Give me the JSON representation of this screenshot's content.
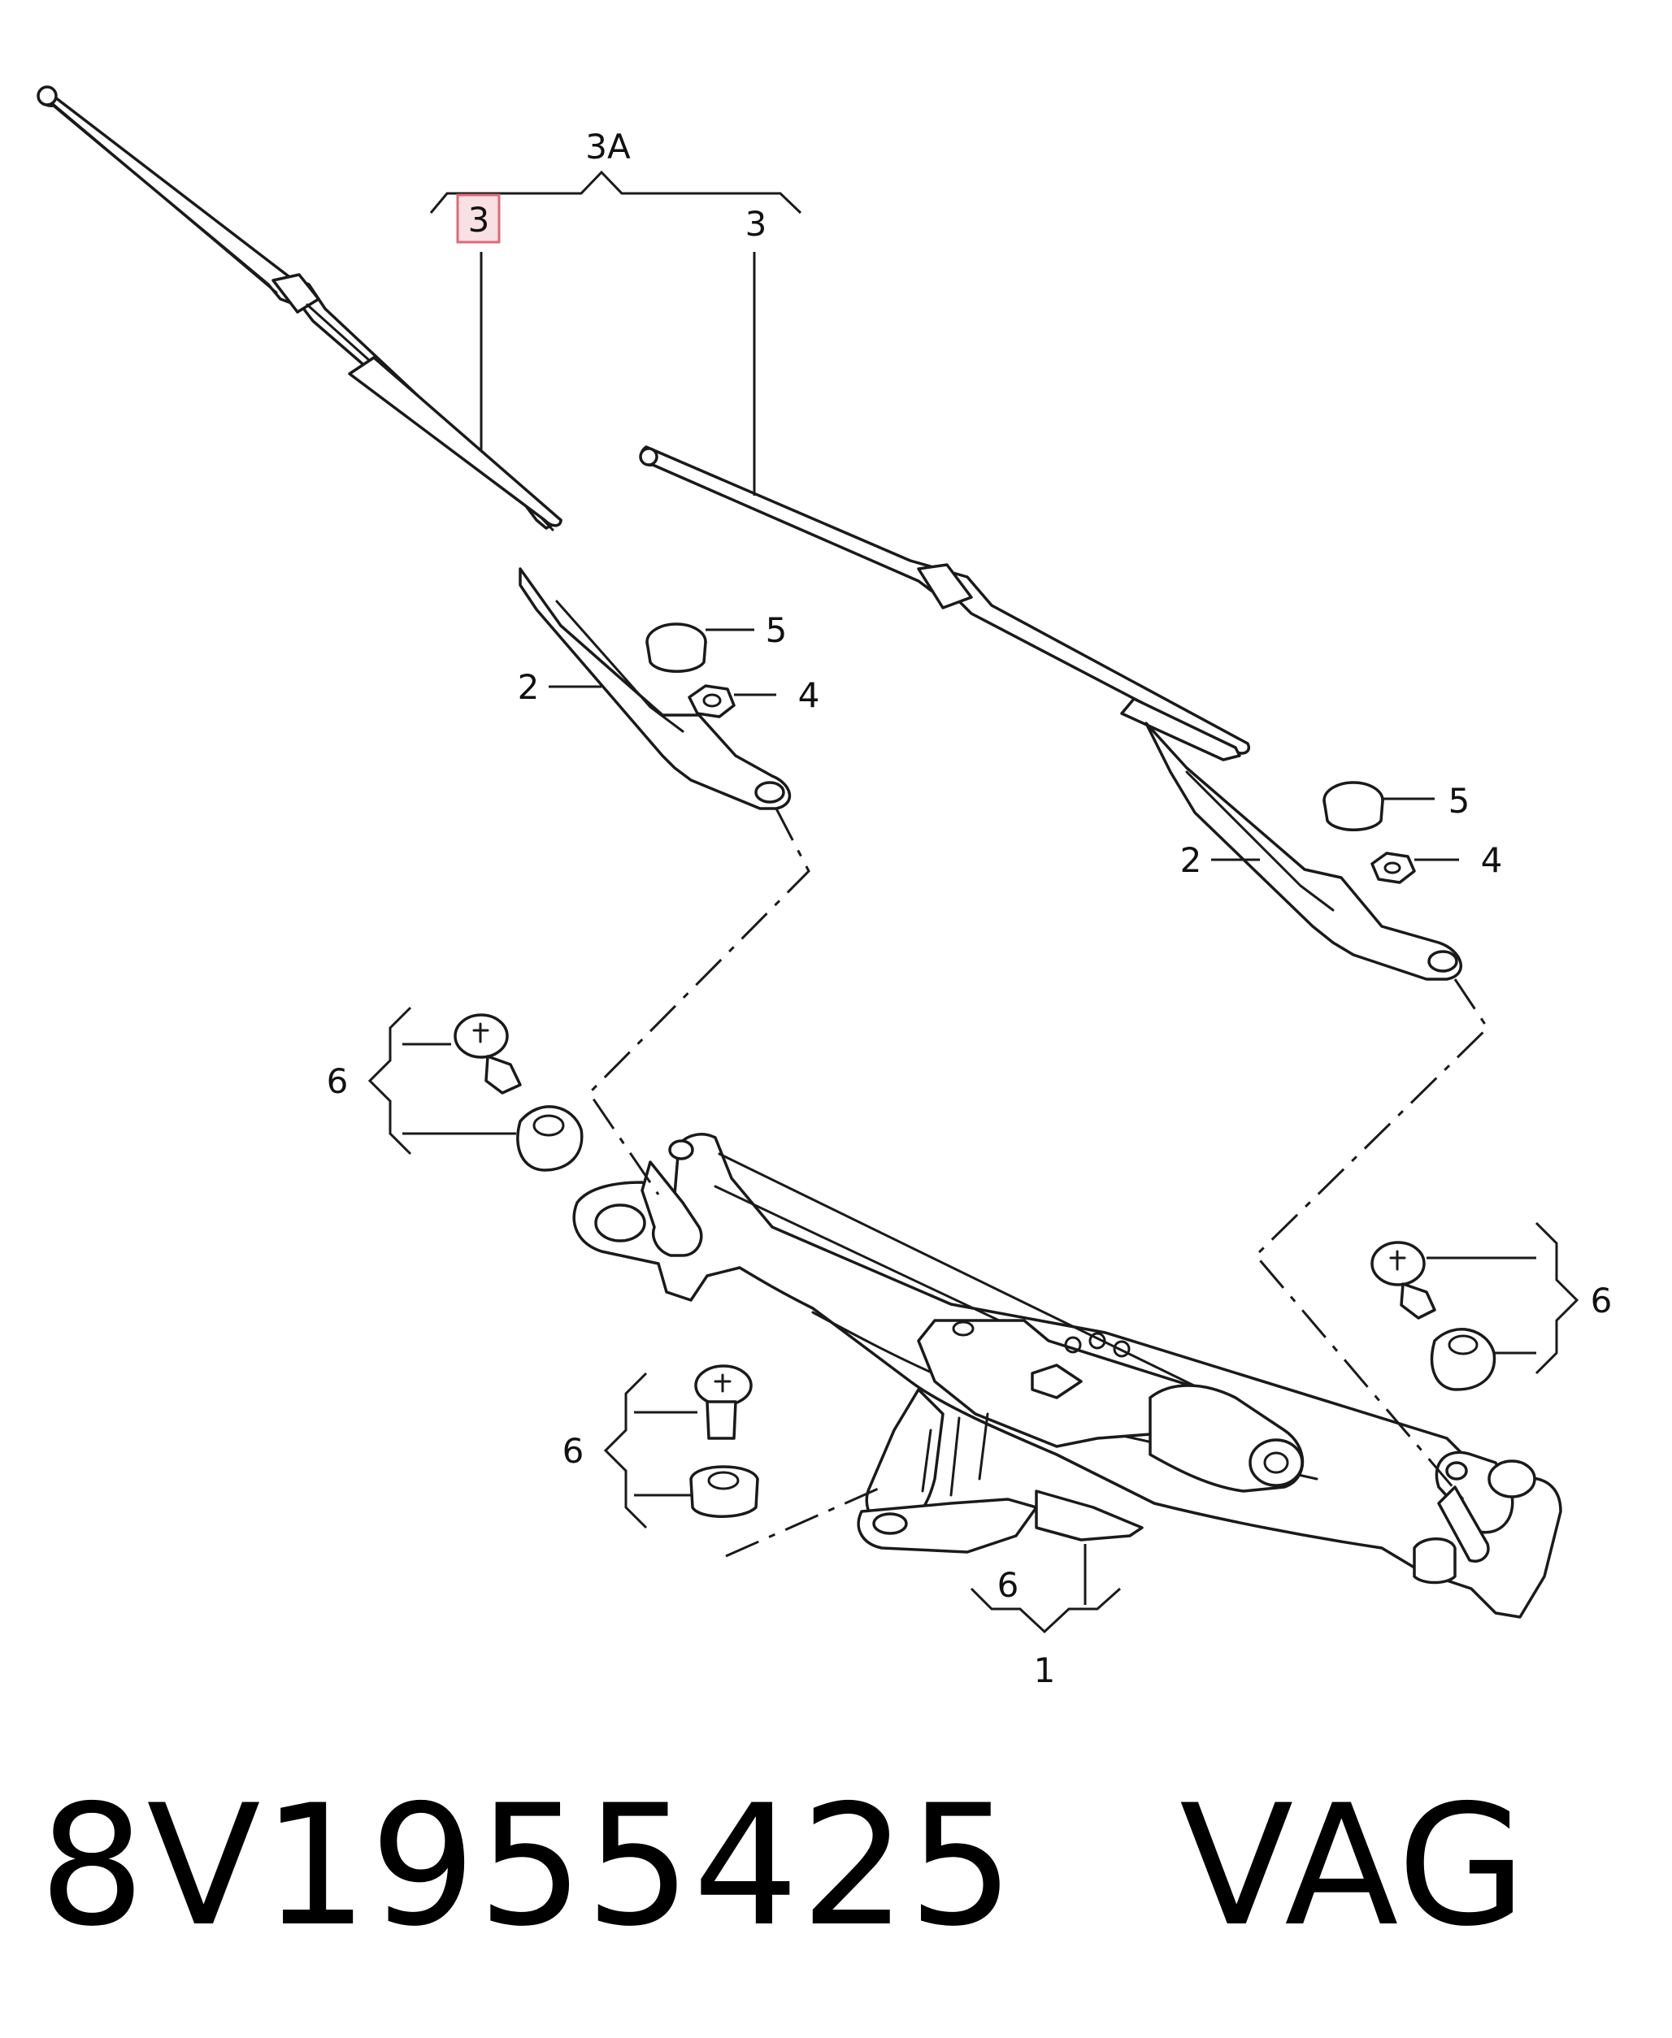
{
  "labels": {
    "group_3a": "3A",
    "wiper_arm_left": "3",
    "wiper_arm_right": "3",
    "arm_left": "2",
    "arm_right": "2",
    "cap_left": "5",
    "cap_right": "5",
    "nut_left": "4",
    "nut_right": "4",
    "mount_left_top": "6",
    "mount_right": "6",
    "mount_left_bottom": "6",
    "mount_center": "6",
    "linkage": "1"
  },
  "footer": {
    "part_number": "8V1955425",
    "brand": "VAG"
  },
  "colors": {
    "highlight_fill": "#f9e0e4",
    "highlight_stroke": "#e06a78",
    "line": "#1a1a1a"
  }
}
